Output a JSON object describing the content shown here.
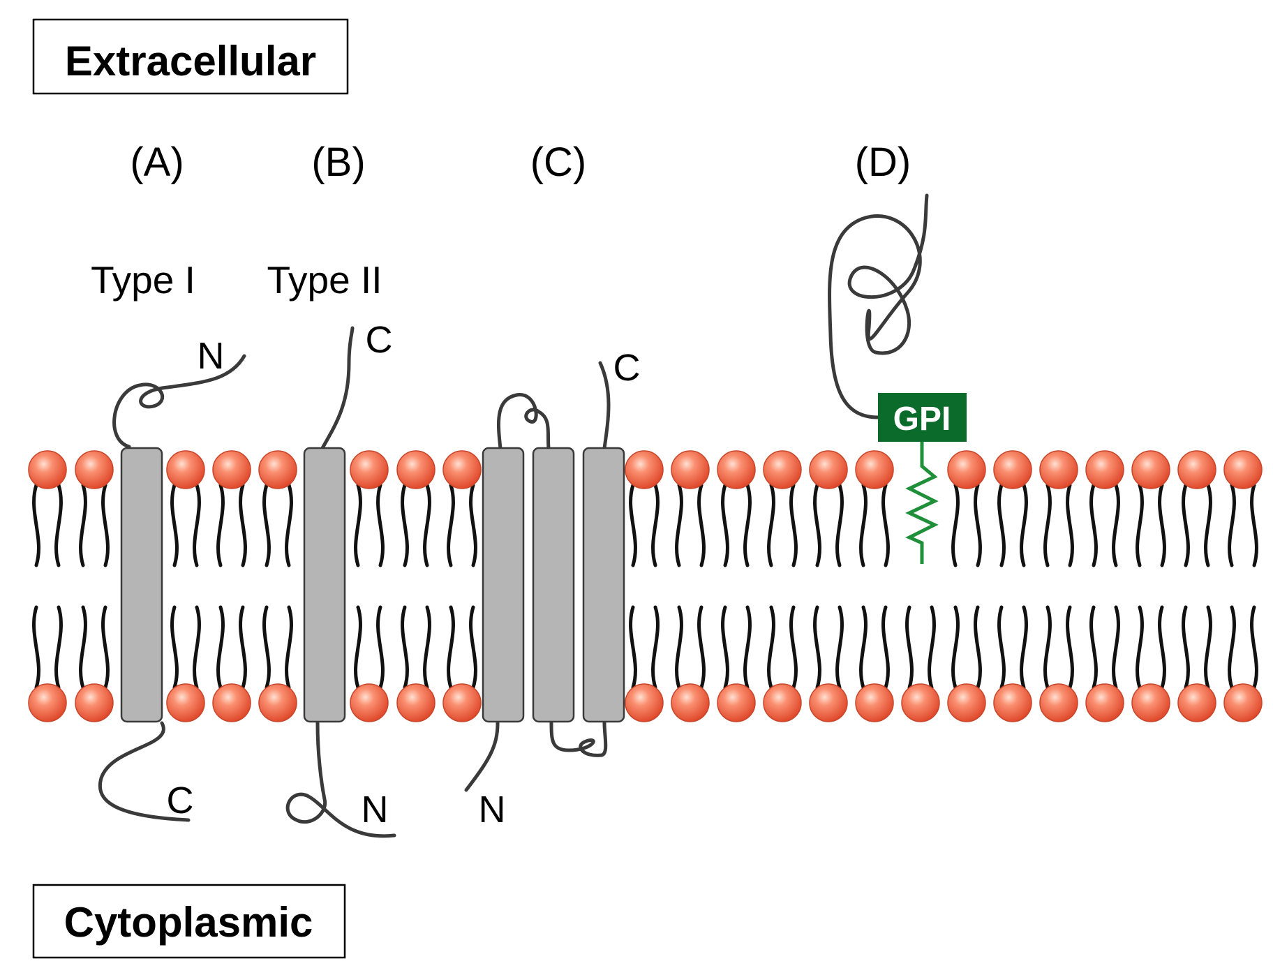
{
  "regions": {
    "top": "Extracellular",
    "bottom": "Cytoplasmic"
  },
  "panels": {
    "a": "(A)",
    "b": "(B)",
    "c": "(C)",
    "d": "(D)"
  },
  "types": {
    "type1": "Type I",
    "type2": "Type II"
  },
  "termini": {
    "a_top": "N",
    "a_bottom": "C",
    "b_top": "C",
    "b_bottom": "N",
    "c_top": "C",
    "c_bottom": "N"
  },
  "anchor_label": "GPI",
  "colors": {
    "lipid_head": "#e8563a",
    "helix_fill": "#b5b5b5",
    "gpi_box": "#0b6b2b",
    "gpi_anchor": "#1f8f3a"
  }
}
